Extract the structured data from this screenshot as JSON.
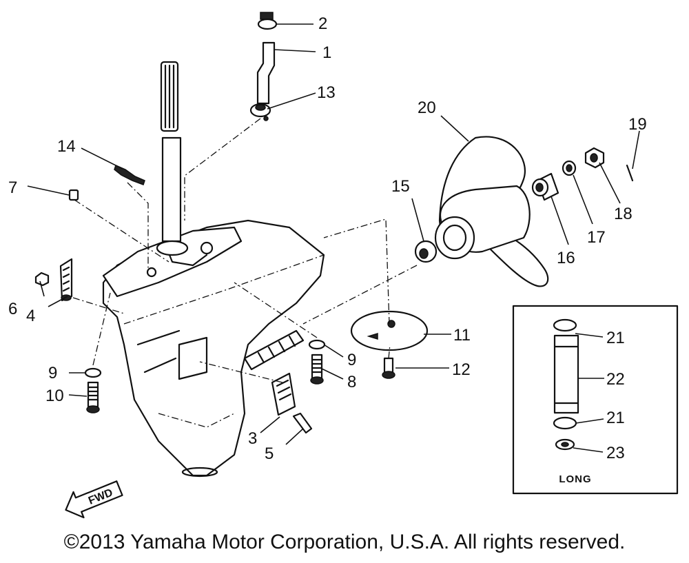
{
  "callouts": {
    "c1": "1",
    "c2": "2",
    "c3": "3",
    "c4": "4",
    "c5": "5",
    "c6": "6",
    "c7": "7",
    "c8": "8",
    "c9a": "9",
    "c9b": "9",
    "c10": "10",
    "c11": "11",
    "c12": "12",
    "c13": "13",
    "c14": "14",
    "c15": "15",
    "c16": "16",
    "c17": "17",
    "c18": "18",
    "c19": "19",
    "c20": "20",
    "c21a": "21",
    "c21b": "21",
    "c22": "22",
    "c23": "23"
  },
  "inset_label": "LONG",
  "fwd_label": "FWD",
  "copyright": "©2013 Yamaha Motor Corporation, U.S.A. All rights reserved."
}
